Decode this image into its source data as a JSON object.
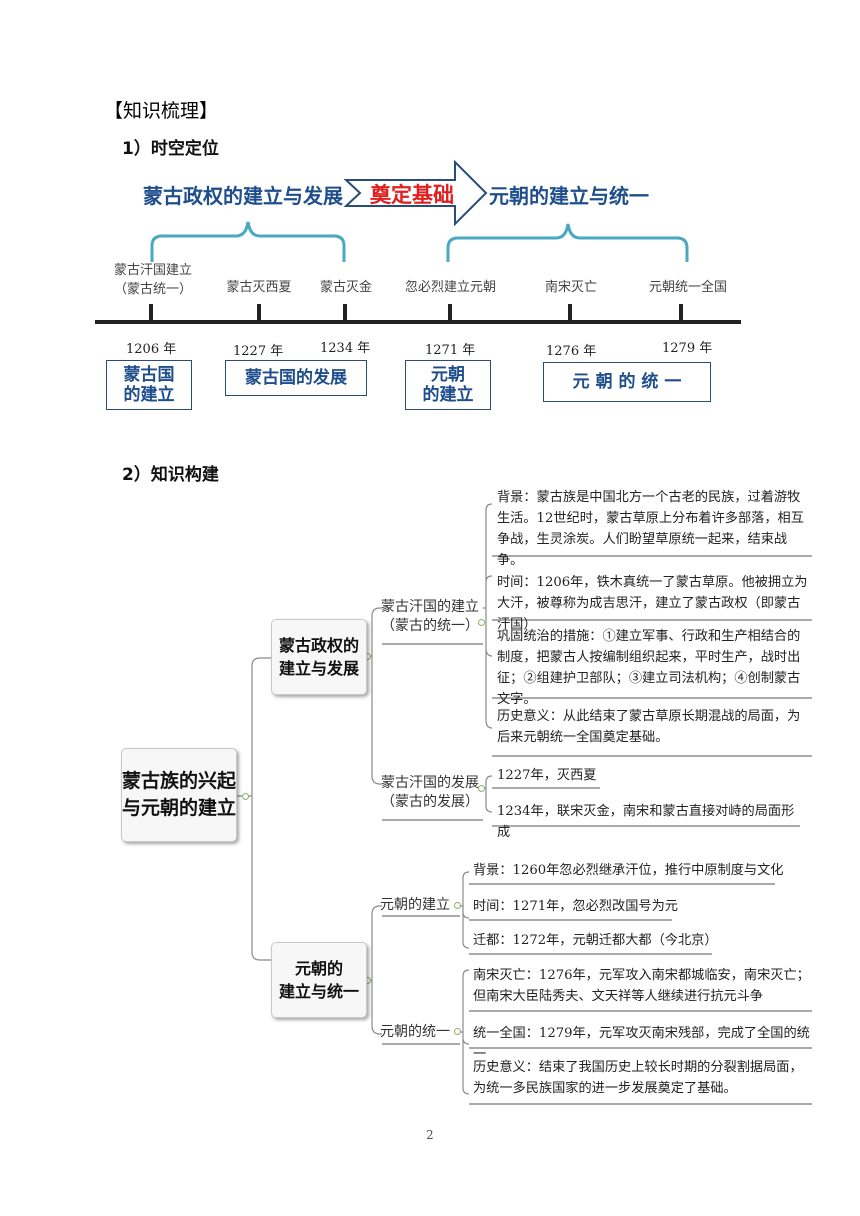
{
  "section_title": "【知识梳理】",
  "part1": {
    "title": "1）时空定位",
    "banner_left": "蒙古政权的建立与发展",
    "banner_arrow": "奠定基础",
    "banner_right": "元朝的建立与统一",
    "events": [
      {
        "label_line1": "蒙古汗国建立",
        "label_line2": "（蒙古统一）",
        "year": "1206 年"
      },
      {
        "label_line1": "蒙古灭西夏",
        "year": "1227 年"
      },
      {
        "label_line1": "蒙古灭金",
        "year": "1234 年"
      },
      {
        "label_line1": "忽必烈建立元朝",
        "year": "1271 年"
      },
      {
        "label_line1": "南宋灭亡",
        "year": "1276 年"
      },
      {
        "label_line1": "元朝统一全国",
        "year": "1279 年"
      }
    ],
    "periods": [
      {
        "line1": "蒙古国",
        "line2": "的建立"
      },
      {
        "line1": "蒙古国的发展"
      },
      {
        "line1": "元朝",
        "line2": "的建立"
      },
      {
        "line1": "元 朝 的 统 一"
      }
    ]
  },
  "part2": {
    "title": "2）知识构建",
    "root": {
      "line1": "蒙古族的兴起",
      "line2": "与元朝的建立"
    },
    "mid1": {
      "line1": "蒙古政权的",
      "line2": "建立与发展"
    },
    "mid2": {
      "line1": "元朝的",
      "line2": "建立与统一"
    },
    "branch1": {
      "line1": "蒙古汗国的建立",
      "line2": "（蒙古的统一）"
    },
    "branch2": {
      "line1": "蒙古汗国的发展",
      "line2": "（蒙古的发展）"
    },
    "branch3": "元朝的建立",
    "branch4": "元朝的统一",
    "leaves": [
      "背景：蒙古族是中国北方一个古老的民族，过着游牧生活。12世纪时，蒙古草原上分布着许多部落，相互争战，生灵涂炭。人们盼望草原统一起来，结束战争。",
      "时间：1206年，铁木真统一了蒙古草原。他被拥立为大汗，被尊称为成吉思汗，建立了蒙古政权（即蒙古汗国）",
      "巩固统治的措施：①建立军事、行政和生产相结合的制度，把蒙古人按编制组织起来，平时生产，战时出征；②组建护卫部队；③建立司法机构；④创制蒙古文字。",
      "历史意义：从此结束了蒙古草原长期混战的局面，为后来元朝统一全国奠定基础。",
      "1227年，灭西夏",
      "1234年，联宋灭金，南宋和蒙古直接对峙的局面形成",
      "背景：1260年忽必烈继承汗位，推行中原制度与文化",
      "时间：1271年，忽必烈改国号为元",
      "迁都：1272年，元朝迁都大都（今北京）",
      "南宋灭亡：1276年，元军攻入南宋都城临安，南宋灭亡；但南宋大臣陆秀夫、文天祥等人继续进行抗元斗争",
      "统一全国：1279年，元军攻灭南宋残部，完成了全国的统一",
      "历史意义：结束了我国历史上较长时期的分裂割据局面，为统一多民族国家的进一步发展奠定了基础。"
    ]
  },
  "page_number": "2",
  "colors": {
    "banner_blue": "#1f4e8c",
    "arrow_red": "#e02020",
    "bracket": "#4aa8c0",
    "timeline": "#222222",
    "connector": "#9bbf7a"
  }
}
